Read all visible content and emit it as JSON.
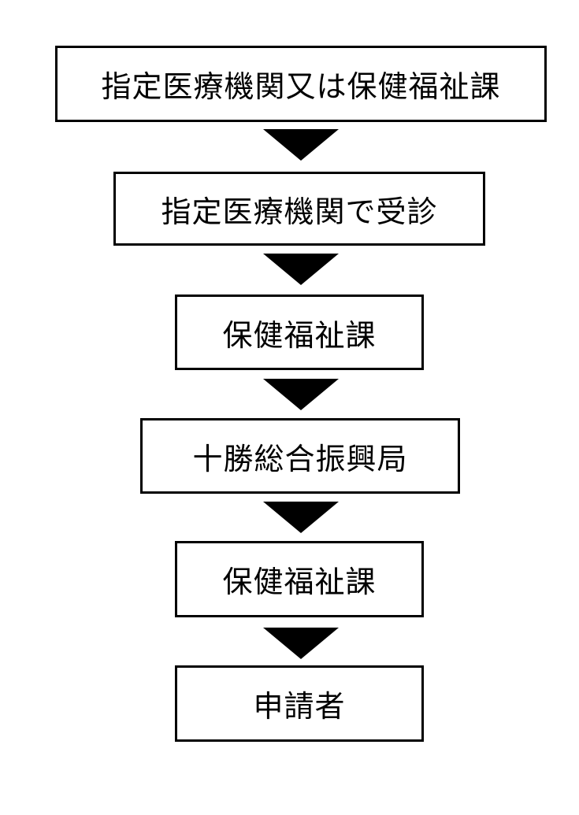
{
  "flow": {
    "steps": [
      {
        "label": "指定医療機関又は保健福祉課"
      },
      {
        "label": "指定医療機関で受診"
      },
      {
        "label": "保健福祉課"
      },
      {
        "label": "十勝総合振興局"
      },
      {
        "label": "保健福祉課"
      },
      {
        "label": "申請者"
      }
    ],
    "arrow_color": "#000000",
    "border_color": "#000000"
  }
}
